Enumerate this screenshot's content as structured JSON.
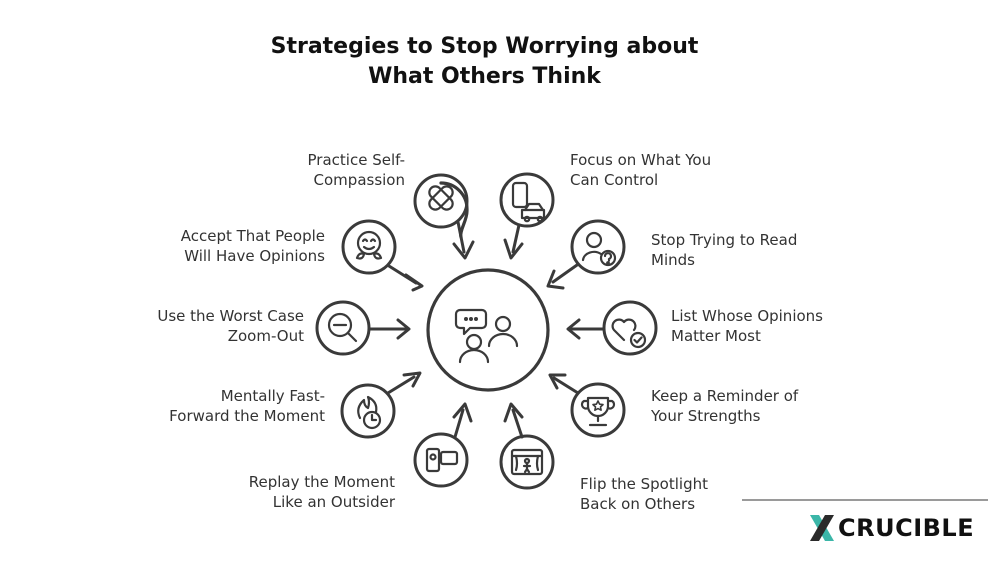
{
  "title": {
    "line1": "Strategies to Stop Worrying about",
    "line2": "What Others Think"
  },
  "center": {
    "icon": "conversation-people-icon"
  },
  "strategies": [
    {
      "id": "self-compassion",
      "icon": "bandage-icon",
      "line1": "Practice Self-",
      "line2": "Compassion"
    },
    {
      "id": "focus-control",
      "icon": "phone-car-icon",
      "line1": "Focus on What You",
      "line2": "Can Control"
    },
    {
      "id": "accept-opinions",
      "icon": "happy-face-icon",
      "line1": "Accept That People",
      "line2": "Will Have Opinions"
    },
    {
      "id": "read-minds",
      "icon": "person-question-icon",
      "line1": "Stop Trying to Read",
      "line2": "Minds"
    },
    {
      "id": "worst-case",
      "icon": "zoom-out-icon",
      "line1": "Use the Worst Case",
      "line2": "Zoom-Out"
    },
    {
      "id": "whose-opinions",
      "icon": "heart-check-icon",
      "line1": "List Whose Opinions",
      "line2": "Matter Most"
    },
    {
      "id": "fast-forward",
      "icon": "fire-clock-icon",
      "line1": "Mentally Fast-",
      "line2": "Forward the Moment"
    },
    {
      "id": "strengths",
      "icon": "trophy-icon",
      "line1": "Keep a Reminder of",
      "line2": "Your Strengths"
    },
    {
      "id": "replay-outsider",
      "icon": "video-camera-icon",
      "line1": "Replay the Moment",
      "line2": "Like an Outsider"
    },
    {
      "id": "spotlight",
      "icon": "spotlight-stage-icon",
      "line1": "Flip the Spotlight",
      "line2": "Back on Others"
    }
  ],
  "brand": {
    "letter": "X",
    "name": "CRUCIBLE",
    "accent": "#3bb6a8"
  }
}
